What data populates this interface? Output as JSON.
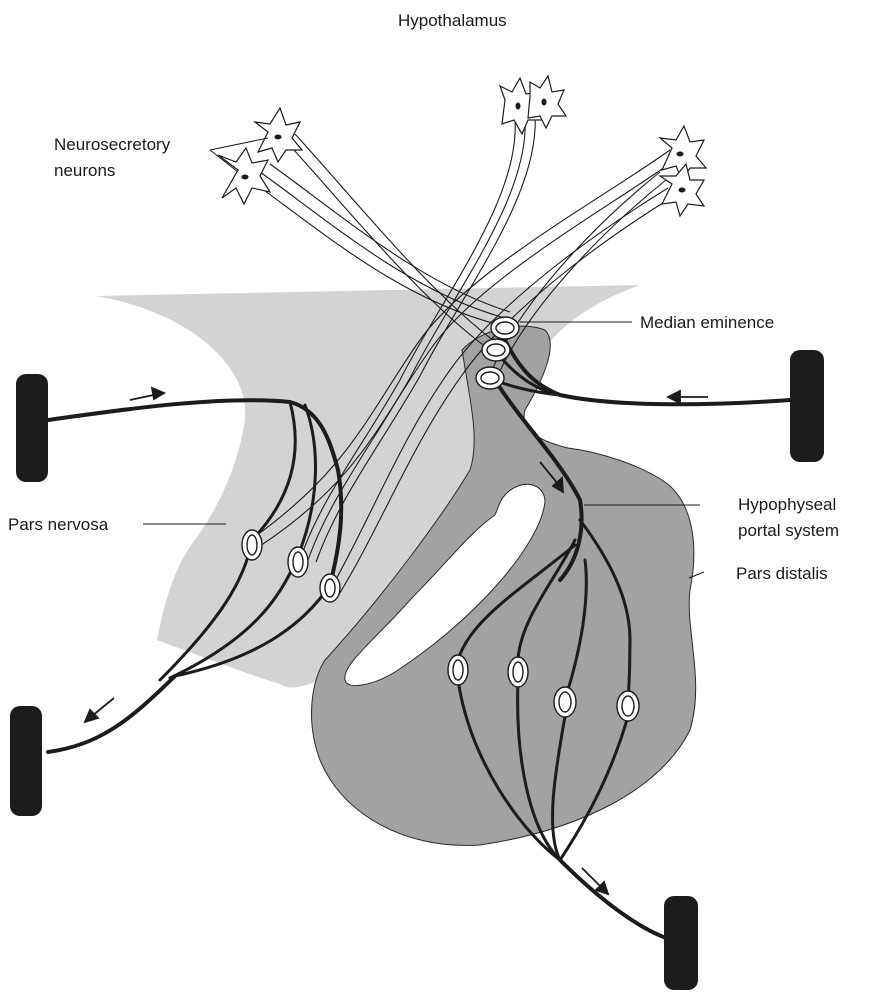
{
  "labels": {
    "hypothalamus": "Hypothalamus",
    "neurosecretory_line1": "Neurosecretory",
    "neurosecretory_line2": "neurons",
    "median_eminence": "Median eminence",
    "pars_nervosa": "Pars nervosa",
    "hypophyseal_line1": "Hypophyseal",
    "hypophyseal_line2": "portal system",
    "pars_distalis": "Pars distalis"
  },
  "colors": {
    "pars_nervosa_fill": "#d3d3d3",
    "pars_distalis_fill": "#a2a2a2",
    "vessel": "#1c1c1c",
    "stroke": "#1c1c1c",
    "background": "#ffffff"
  }
}
